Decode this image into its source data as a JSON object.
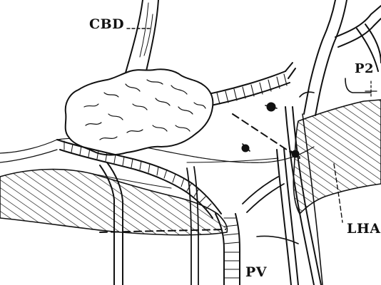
{
  "labels": {
    "cbd": "CBD",
    "p2": "P2",
    "lha": "LHA",
    "pv": "PV"
  },
  "colors": {
    "ink": "#111111",
    "paper": "#ffffff"
  }
}
